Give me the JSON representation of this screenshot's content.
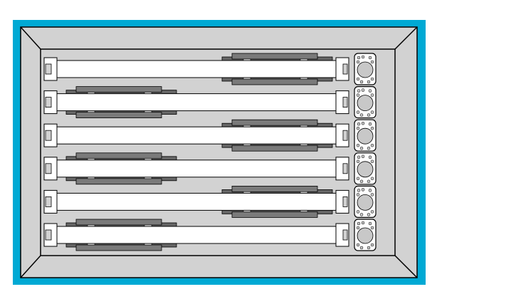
{
  "colors": {
    "frame": "#00a9d4",
    "panel": "#d2d2d2",
    "bevel_edge": "#000000",
    "tube": "#ffffff",
    "connector": "#666666",
    "connector_inner": "#7a7a7a",
    "end_cap": "#ffffff",
    "knob_fill": "#c8c8c8"
  },
  "icons": {
    "slot_knob": "round-knob-icon",
    "end_clip": "bracket-clip-icon"
  },
  "rows": [
    {
      "connector_side": "right"
    },
    {
      "connector_side": "left"
    },
    {
      "connector_side": "right"
    },
    {
      "connector_side": "left"
    },
    {
      "connector_side": "right"
    },
    {
      "connector_side": "left"
    }
  ]
}
